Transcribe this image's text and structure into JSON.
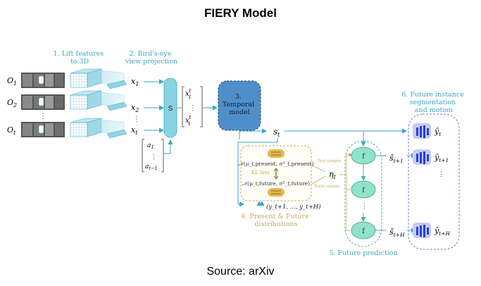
{
  "title": "FIERY Model",
  "source": "Source: arXiv",
  "inputs": [
    {
      "label": "O",
      "sub": "1"
    },
    {
      "label": "O",
      "sub": "2"
    },
    {
      "label": "O",
      "sub": "t"
    }
  ],
  "steps": {
    "lift": [
      "1. Lift features",
      "to 3D"
    ],
    "bev": [
      "2. Bird's-eye",
      "view projection"
    ],
    "temporal": [
      "3.",
      "Temporal",
      "model"
    ],
    "distributions": [
      "4. Present & Future",
      "distributions"
    ],
    "future_pred": "5. Future prediction",
    "instance": [
      "6. Future instance",
      "segmentation",
      "and motion"
    ]
  },
  "x_labels": [
    {
      "base": "x",
      "sub": "1"
    },
    {
      "base": "x",
      "sub": "2"
    },
    {
      "base": "x",
      "sub": "t"
    }
  ],
  "vdots": "⋮",
  "s_block": "S",
  "xt_vector": [
    {
      "base": "x",
      "sub": "1",
      "sup": "t"
    },
    {
      "base": "x",
      "sub": "t",
      "sup": "t"
    }
  ],
  "a_vector": [
    {
      "base": "a",
      "sub": "1"
    },
    {
      "base": "a",
      "sub": "t−1"
    }
  ],
  "state": {
    "base": "s",
    "sub": "t"
  },
  "dist": {
    "present": "𝒩(μ_t,present, σ²_t,present)",
    "kl": "KL loss",
    "future": "𝒩(μ_t,future, σ²_t,future)",
    "eta": {
      "base": "η",
      "sub": "t"
    },
    "test_sample": "Test sample",
    "train_sample": "Train sample"
  },
  "future_labels": "(y_t+1, ..., y_t+H)",
  "f_label": "f",
  "s_hats": [
    {
      "base": "ŝ",
      "sub": "t+1"
    },
    {
      "base": "ŝ",
      "sub": "t+H"
    }
  ],
  "y_hats": [
    {
      "base": "ŷ",
      "sub": "t"
    },
    {
      "base": "ŷ",
      "sub": "t+1"
    },
    {
      "base": "ŷ",
      "sub": "t+H"
    }
  ],
  "colors": {
    "step_label": "#3aa6c8",
    "arrow": "#3aa6c8",
    "temporal": "#4f8fc9",
    "s_block": "#88d3e3",
    "f_node": "#8fe3c9",
    "dashed_green": "#4ab88f",
    "dashed_blue": "#6f7fd6",
    "tan": "#c8a865"
  }
}
